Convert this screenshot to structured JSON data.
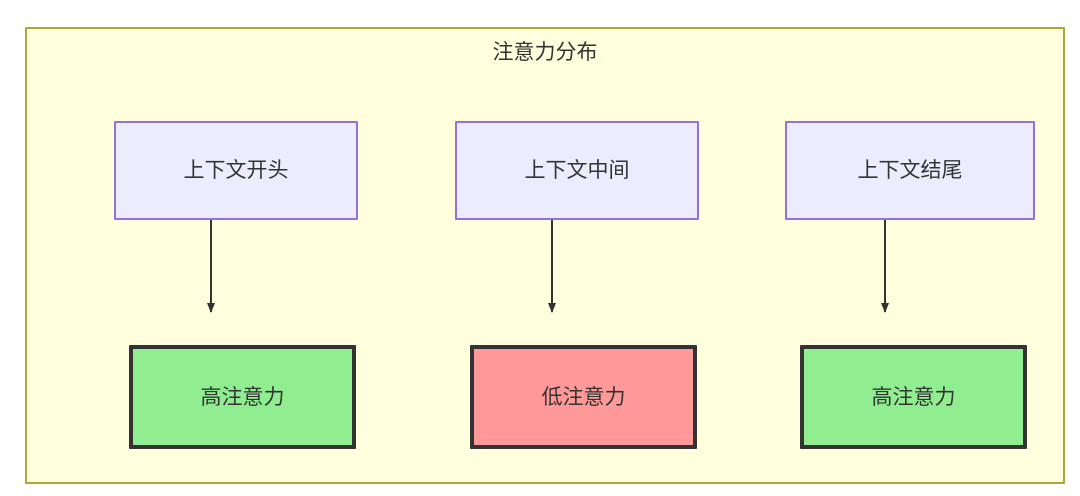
{
  "diagram": {
    "title": "注意力分布",
    "type": "flowchart",
    "context_nodes": [
      {
        "id": "ctx-start",
        "label": "上下文开头"
      },
      {
        "id": "ctx-middle",
        "label": "上下文中间"
      },
      {
        "id": "ctx-end",
        "label": "上下文结尾"
      }
    ],
    "attention_nodes": [
      {
        "id": "att-high-1",
        "label": "高注意力",
        "level": "high"
      },
      {
        "id": "att-low-1",
        "label": "低注意力",
        "level": "low"
      },
      {
        "id": "att-high-2",
        "label": "高注意力",
        "level": "high"
      }
    ],
    "edges": [
      {
        "from": "ctx-start",
        "to": "att-high-1"
      },
      {
        "from": "ctx-middle",
        "to": "att-low-1"
      },
      {
        "from": "ctx-end",
        "to": "att-high-2"
      }
    ],
    "colors": {
      "container_fill": "#ffffde",
      "container_border": "#aaaa33",
      "context_fill": "#ececff",
      "context_border": "#9370db",
      "high_attention_fill": "#90ee90",
      "low_attention_fill": "#ff9999",
      "attention_border": "#333333",
      "text": "#333333",
      "edge": "#333333"
    }
  }
}
